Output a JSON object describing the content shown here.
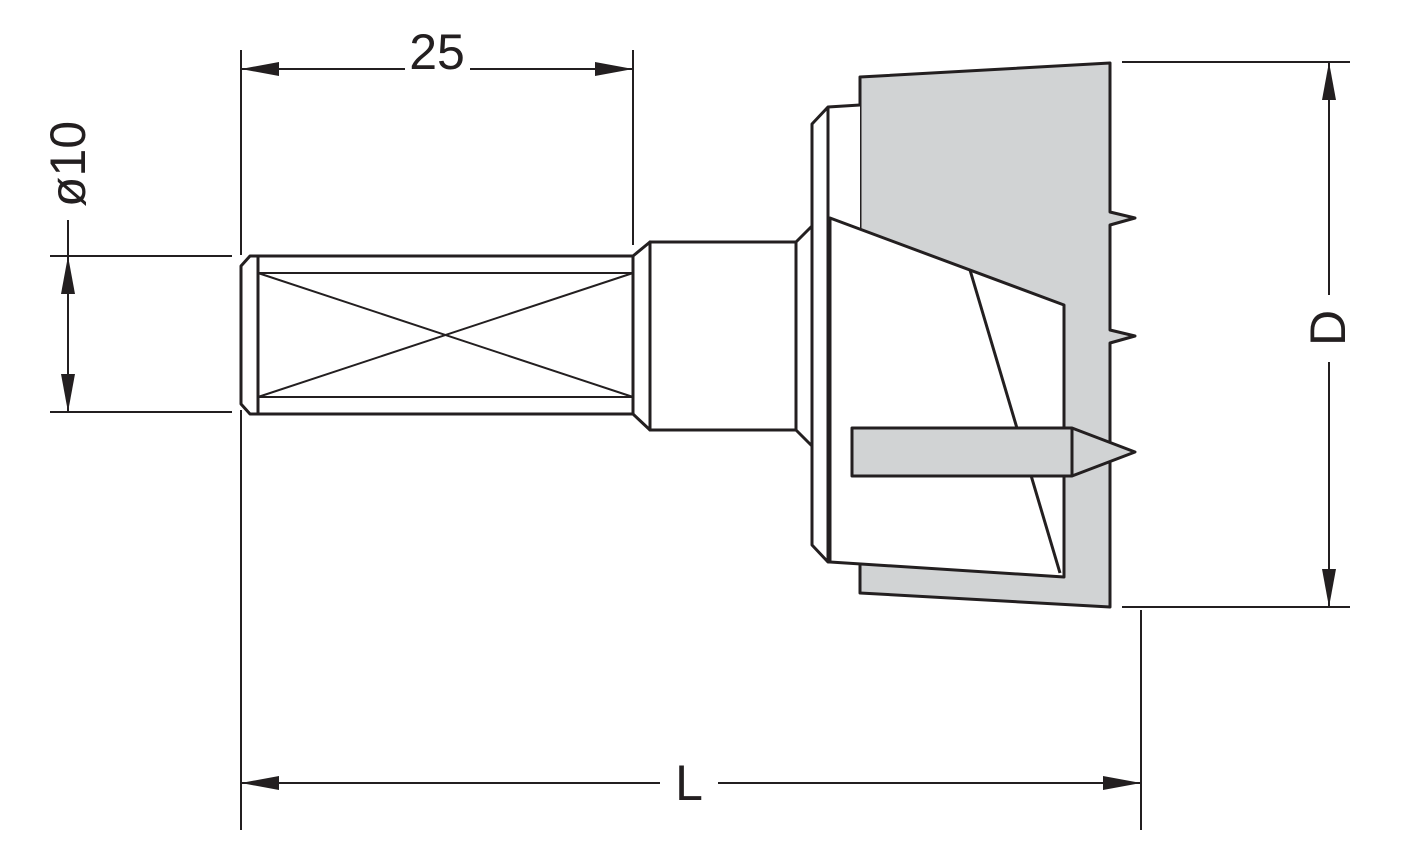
{
  "dimensions": {
    "shank_length": "25",
    "shank_diameter": "ø10",
    "overall_length": "L",
    "cutter_diameter": "D"
  },
  "colors": {
    "line": "#231f20",
    "cutter_fill": "#d1d3d4",
    "background": "#ffffff"
  }
}
